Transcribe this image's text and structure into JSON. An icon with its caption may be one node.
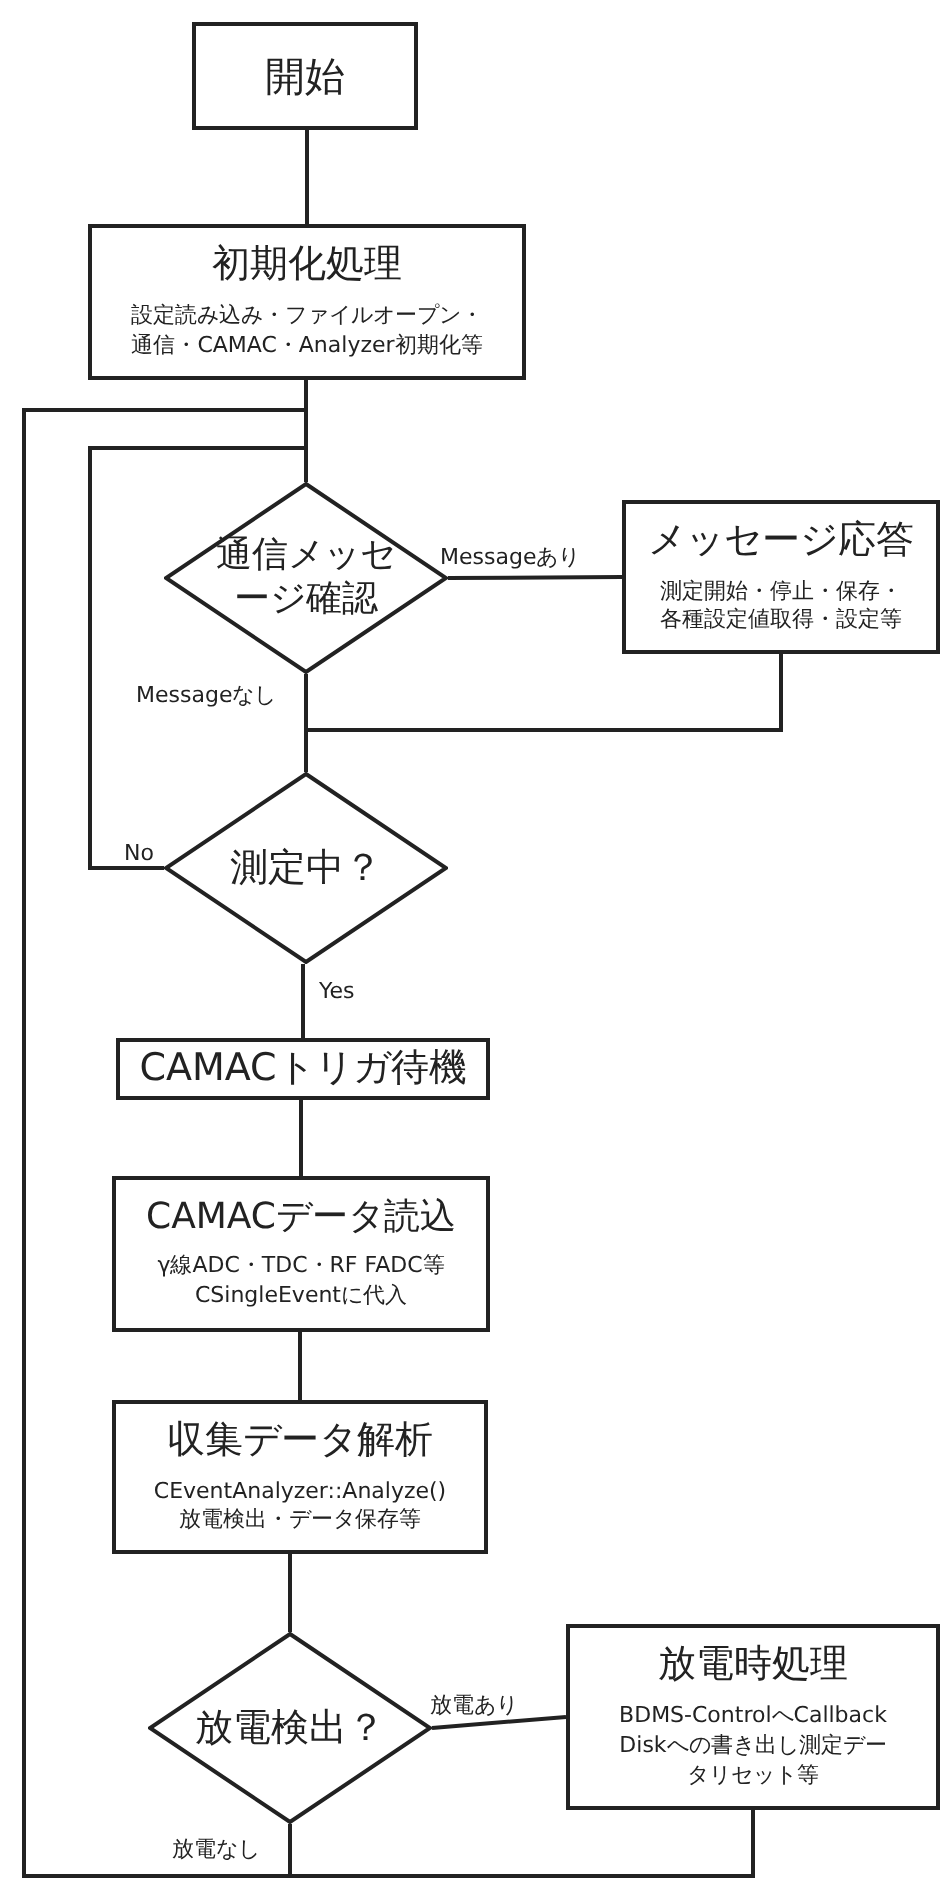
{
  "diagram": {
    "nodes": [
      {
        "text": [
          "開始"
        ]
      },
      {
        "text": [
          "初期化処理",
          "設定読み込み・ファイルオープン・通信・CAMAC・Analyzer初期化等"
        ]
      },
      {
        "text": [
          "通信メッセージ確認"
        ]
      },
      {
        "text": [
          "メッセージ応答",
          "測定開始・停止・保存・各種設定値取得・設定等"
        ]
      },
      {
        "text": [
          "測定中？"
        ]
      },
      {
        "text": [
          "CAMACトリガ待機"
        ]
      },
      {
        "text": [
          "CAMACデータ読込",
          "γ線ADC・TDC・RF FADC等CSingleEventに代入"
        ]
      },
      {
        "text": [
          "収集データ解析",
          "CEventAnalyzer::Analyze()放電検出・データ保存等"
        ]
      },
      {
        "text": [
          "放電検出？"
        ]
      },
      {
        "text": [
          "放電時処理",
          "BDMS-ControlへCallback Diskへの書き出し測定データリセット等"
        ]
      }
    ],
    "edges": [
      {
        "from": 0,
        "to": 1,
        "arrow": "none"
      },
      {
        "from": 1,
        "to": 2,
        "arrow": "none"
      },
      {
        "from": 2,
        "to": 3,
        "arrow": "none",
        "label": "Messageあり"
      },
      {
        "from": 2,
        "to": 4,
        "arrow": "none",
        "label": "Messageなし"
      },
      {
        "from": 3,
        "to": 4,
        "arrow": "none"
      },
      {
        "from": 4,
        "to": 2,
        "arrow": "none",
        "label": "No"
      },
      {
        "from": 4,
        "to": 5,
        "arrow": "none",
        "label": "Yes"
      },
      {
        "from": 5,
        "to": 6,
        "arrow": "none"
      },
      {
        "from": 6,
        "to": 7,
        "arrow": "none"
      },
      {
        "from": 7,
        "to": 8,
        "arrow": "none"
      },
      {
        "from": 8,
        "to": 9,
        "arrow": "none",
        "label": "放電あり"
      },
      {
        "from": 8,
        "to": 2,
        "arrow": "none",
        "label": "放電なし"
      },
      {
        "from": 9,
        "to": 2,
        "arrow": "none"
      }
    ]
  }
}
